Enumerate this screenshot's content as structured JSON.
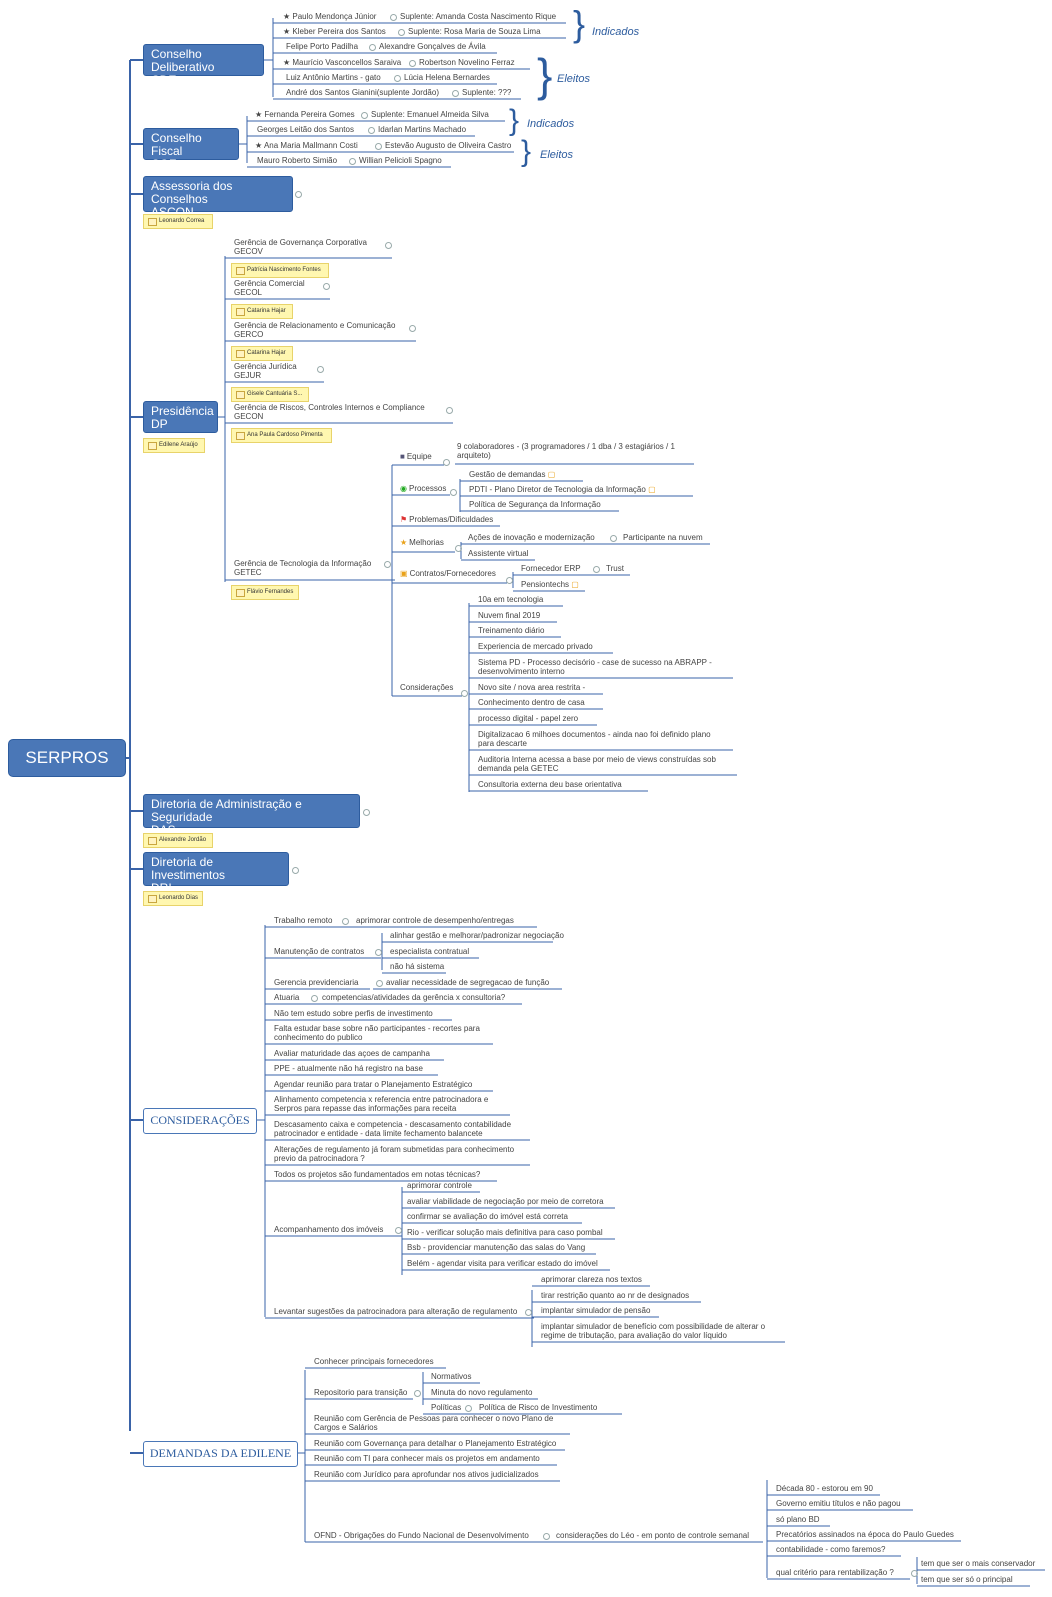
{
  "root": "SERPROS",
  "cde": {
    "title": "Conselho Deliberativo",
    "code": "CDE",
    "rows": [
      {
        "a": "Paulo Mendonça Júnior",
        "b": "Suplente: Amanda Costa Nascimento Rique",
        "star": true
      },
      {
        "a": "Kleber Pereira dos Santos",
        "b": "Suplente: Rosa Maria de Souza Lima",
        "star": true
      },
      {
        "a": "Felipe Porto Padilha",
        "b": "Alexandre Gonçalves de Ávila",
        "star": false
      },
      {
        "a": "Maurício Vasconcellos Saraiva",
        "b": "Robertson Novelino Ferraz",
        "star": true
      },
      {
        "a": "Luiz Antônio Martins - gato",
        "b": "Lúcia Helena Bernardes",
        "star": false
      },
      {
        "a": "André dos Santos Gianini(suplente Jordão)",
        "b": "Suplente: ???",
        "star": false
      }
    ],
    "brace1": "Indicados",
    "brace2": "Eleitos"
  },
  "cof": {
    "title": "Conselho Fiscal",
    "code": "COF",
    "rows": [
      {
        "a": "Fernanda Pereira Gomes",
        "b": "Suplente: Emanuel Almeida Silva",
        "star": true
      },
      {
        "a": "Georges Leitão dos Santos",
        "b": "Idarlan Martins Machado",
        "star": false
      },
      {
        "a": "Ana Maria Mallmann Costi",
        "b": "Estevão Augusto de Oliveira Castro",
        "star": true
      },
      {
        "a": "Mauro Roberto Simião",
        "b": "Willian Pelicioli Spagno",
        "star": false
      }
    ],
    "brace1": "Indicados",
    "brace2": "Eleitos"
  },
  "ascon": {
    "title": "Assessoria dos Conselhos",
    "code": "ASCON",
    "note": "Leonardo Correa"
  },
  "dp": {
    "title": "Presidência",
    "code": "DP",
    "note": "Edilene Araújo",
    "gerencias": [
      {
        "name": "Gerência de Governança Corporativa",
        "code": "GECOV",
        "note": "Patrícia Nascimento Fontes"
      },
      {
        "name": "Gerência Comercial",
        "code": "GECOL",
        "note": "Catarina Hajar"
      },
      {
        "name": "Gerência de Relacionamento e Comunicação",
        "code": "GERCO",
        "note": "Catarina Hajar"
      },
      {
        "name": "Gerência Jurídica",
        "code": "GEJUR",
        "note": "Gisele Cantuária S..."
      },
      {
        "name": "Gerência de Riscos, Controles Internos e Compliance",
        "code": "GECON",
        "note": "Ana Paula Cardoso Pimenta"
      }
    ],
    "getec": {
      "name": "Gerência de Tecnologia da Informação",
      "code": "GETEC",
      "note": "Flávio Fernandes",
      "equipe": "Equipe",
      "equipe_desc": "9 colaboradores - (3 programadores / 1 dba / 3 estagiários / 1 arquiteto)",
      "processos": "Processos",
      "processos_items": [
        "Gestão de demandas",
        "PDTI - Plano Diretor de Tecnologia da Informação",
        "Política de Segurança da Informação"
      ],
      "problemas": "Problemas/Dificuldades",
      "melhorias": "Melhorias",
      "melhorias_items": [
        "Ações de inovação e modernização",
        "Assistente virtual"
      ],
      "melhorias_sub": "Participante na nuvem",
      "contratos": "Contratos/Fornecedores",
      "contratos_items": [
        "Fornecedor ERP",
        "Pensiontechs"
      ],
      "contratos_sub": "Trust",
      "consideracoes": "Considerações",
      "consideracoes_items": [
        "10a em tecnologia",
        "Nuvem final 2019",
        "Treinamento diário",
        "Experiencia de mercado privado",
        "Sistema PD - Processo decisório - case de sucesso na ABRAPP - desenvolvimento interno",
        "Novo site / nova area restrita -",
        "Conhecimento dentro de casa",
        "processo digital - papel zero",
        "Digitalizacao 6 milhoes documentos - ainda nao foi definido plano para descarte",
        "Auditoria Interna acessa a base por meio de views construídas sob demanda pela GETEC",
        "Consultoria externa deu base orientativa"
      ]
    }
  },
  "das": {
    "title": "Diretoria de Administração e Seguridade",
    "code": "DAS",
    "note": "Alexandre Jordão"
  },
  "dri": {
    "title": "Diretoria de Investimentos",
    "code": "DRI",
    "note": "Leonardo Dias"
  },
  "consideracoes": {
    "title": "CONSIDERAÇÕES",
    "items": {
      "trabalho": "Trabalho remoto",
      "trabalho_sub": "aprimorar controle de desempenho/entregas",
      "manutencao": "Manutenção de contratos",
      "manutencao_sub": [
        "alinhar gestão e melhorar/padronizar negociação",
        "especialista contratual",
        "não há sistema"
      ],
      "gerencia": "Gerencia previdenciaria",
      "gerencia_sub": "avaliar necessidade de segregacao de função",
      "atuaria": "Atuaria",
      "atuaria_sub": "competencias/atividades da gerência x consultoria?",
      "perfis": "Não tem estudo sobre perfis de investimento",
      "falta": "Falta estudar base sobre não participantes - recortes para conhecimento do publico",
      "maturidade": "Avaliar maturidade das açoes de campanha",
      "ppe": "PPE - atualmente não há registro na base",
      "agendar": "Agendar reunião para tratar o Planejamento Estratégico",
      "alinhamento": "Alinhamento competencia x referencia entre patrocinadora e Serpros para repasse das informações para receita",
      "descasamento": "Descasamento caixa e competencia - descasamento contabilidade patrocinador e entidade - data limite fechamento balancete",
      "alteracoes": "Alterações de regulamento já foram submetidas para conhecimento previo da patrocinadora ?",
      "todos": "Todos os projetos são fundamentados em notas técnicas?",
      "acompanhamento": "Acompanhamento dos imóveis",
      "acompanhamento_sub": [
        "aprimorar controle",
        "avaliar viabilidade de negociação por meio de corretora",
        "confirmar se avaliação do imóvel está correta",
        "Rio - verificar solução mais definitiva para caso pombal",
        "Bsb - providenciar manutenção das salas do Vang",
        "Belém - agendar visita para verificar estado do imóvel"
      ],
      "levantar": "Levantar sugestões da patrocinadora para alteração de regulamento",
      "levantar_sub": [
        "aprimorar clareza nos textos",
        "tirar restrição quanto ao nr de designados",
        "implantar simulador de pensão",
        "implantar simulador de benefício com possibilidade de alterar o regime de tributação, para avaliação do valor líquido"
      ]
    }
  },
  "demandas": {
    "title": "DEMANDAS DA EDILENE",
    "fornecedores": "Conhecer principais fornecedores",
    "repositorio": "Repositorio para transição",
    "repositorio_sub": [
      "Normativos",
      "Minuta do novo regulamento",
      "Políticas"
    ],
    "politicas_sub": "Política de Risco de Investimento",
    "pessoas": "Reunião com Gerência de Pessoas para conhecer o novo Plano de Cargos e Salários",
    "governanca": "Reunião com Governança para detalhar o Planejamento Estratégico",
    "ti": "Reunião com TI para conhecer mais os projetos em andamento",
    "juridico": "Reunião com Jurídico para aprofundar nos ativos judicializados",
    "ofnd": "OFND - Obrigações do Fundo Nacional de Desenvolvimento",
    "ofnd_sub": "considerações do Léo - em ponto de controle semanal",
    "ofnd_items": [
      "Década 80 - estorou em 90",
      "Governo emitiu títulos e não pagou",
      "só plano BD",
      "Precatórios assinados na época do Paulo Guedes",
      "contabilidade - como faremos?",
      "qual critério para rentabilização ?"
    ],
    "criterio_sub": [
      "tem que ser o mais conservador",
      "tem que ser só o principal"
    ]
  },
  "colors": {
    "node": "#4a77b7",
    "line": "#3a63a8",
    "note": "#fff7b0"
  }
}
